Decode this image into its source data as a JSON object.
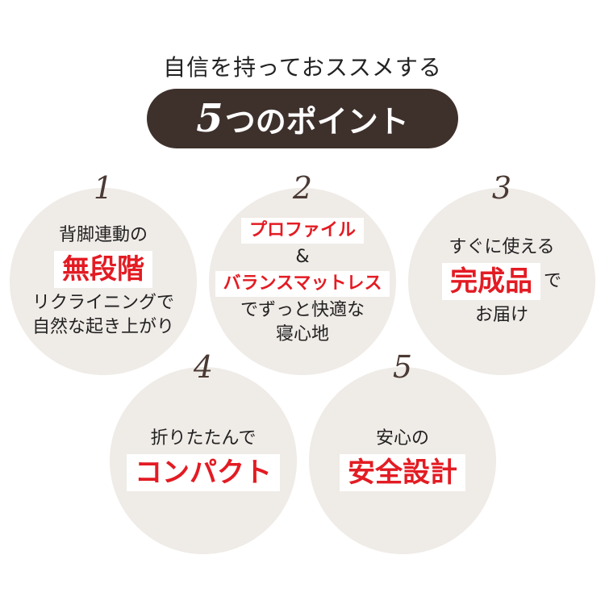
{
  "header": {
    "subtitle": "自信を持っておススメする",
    "title_number": "5",
    "title_text": "つのポイント"
  },
  "points": [
    {
      "number": "1",
      "line1": "背脚連動の",
      "highlight": "無段階",
      "line3": "リクライニングで",
      "line4": "自然な起き上がり"
    },
    {
      "number": "2",
      "highlight1": "プロファイル",
      "connector": "&",
      "highlight2": "バランスマットレス",
      "line4": "でずっと快適な",
      "line5": "寝心地"
    },
    {
      "number": "3",
      "line1": "すぐに使える",
      "highlight": "完成品",
      "suffix": "で",
      "line3": "お届け"
    },
    {
      "number": "4",
      "line1": "折りたたんで",
      "highlight": "コンパクト"
    },
    {
      "number": "5",
      "line1": "安心の",
      "highlight": "安全設計"
    }
  ],
  "colors": {
    "banner_bg": "#3e312c",
    "circle_bg": "#efebe7",
    "highlight_text": "#e31b23",
    "number_text": "#4a3a33"
  }
}
